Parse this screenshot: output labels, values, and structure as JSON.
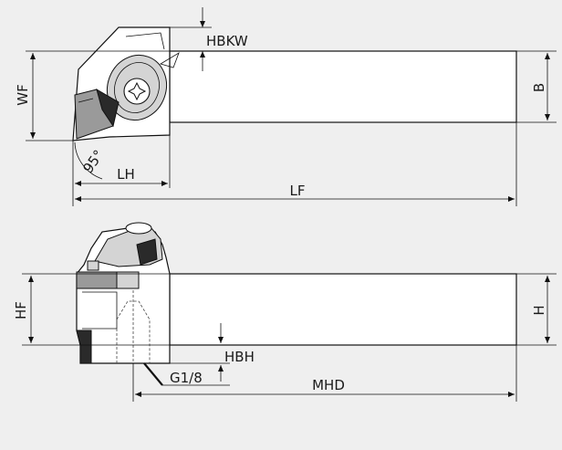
{
  "colors": {
    "background": "#efefef",
    "line": "#111111",
    "insert": "#9a9a9a"
  },
  "labels": {
    "hbkw": "HBKW",
    "wf": "WF",
    "b": "B",
    "angle": "95°",
    "lh": "LH",
    "lf": "LF",
    "hf": "HF",
    "h": "H",
    "hbh": "HBH",
    "g": "G1/8",
    "mhd": "MHD"
  }
}
